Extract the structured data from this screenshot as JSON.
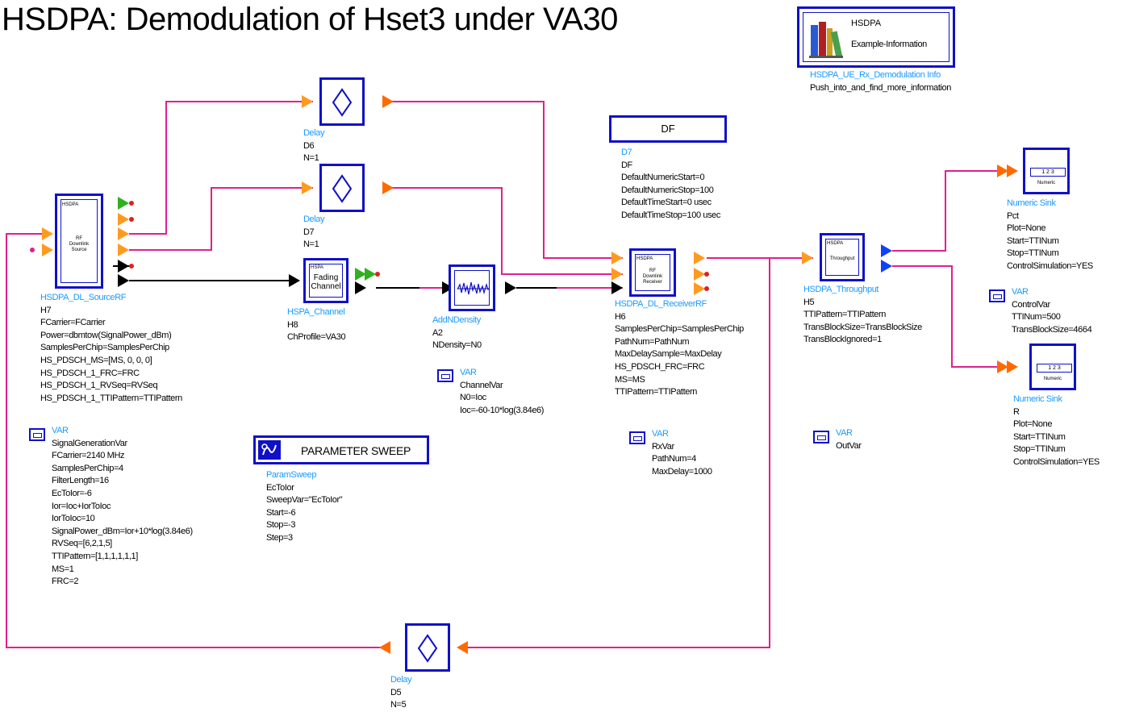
{
  "title": "HSDPA: Demodulation of Hset3 under VA30",
  "info_box": {
    "line1": "HSDPA",
    "line2": "Example-Information",
    "caption": [
      "HSDPA_UE_Rx_Demodulation Info",
      "Push_into_and_find_more_information"
    ]
  },
  "df_box": {
    "label": "DF",
    "caption": [
      "D7",
      "DF",
      "DefaultNumericStart=0",
      "DefaultNumericStop=100",
      "DefaultTimeStart=0 usec",
      "DefaultTimeStop=100 usec"
    ]
  },
  "delay_top": {
    "name": "Delay",
    "lines": [
      "D6",
      "N=1"
    ]
  },
  "delay_mid": {
    "name": "Delay",
    "lines": [
      "D7",
      "N=1"
    ]
  },
  "delay_bottom": {
    "name": "Delay",
    "lines": [
      "D5",
      "N=5"
    ]
  },
  "source": {
    "icon_top": "HSDPA",
    "icon_lines": [
      "RF",
      "Downlink",
      "Source"
    ],
    "name": "HSDPA_DL_SourceRF",
    "lines": [
      "H7",
      "FCarrier=FCarrier",
      "Power=dbmtow(SignalPower_dBm)",
      "SamplesPerChip=SamplesPerChip",
      "HS_PDSCH_MS=[MS, 0, 0, 0]",
      "HS_PDSCH_1_FRC=FRC",
      "HS_PDSCH_1_RVSeq=RVSeq",
      "HS_PDSCH_1_TTIPattern=TTIPattern"
    ]
  },
  "channel": {
    "icon_top": "HSPA",
    "icon_lines": [
      "Fading",
      "Channel"
    ],
    "name": "HSPA_Channel",
    "lines": [
      "H8",
      "ChProfile=VA30"
    ]
  },
  "noise": {
    "name": "AddNDensity",
    "lines": [
      "A2",
      "NDensity=N0"
    ]
  },
  "receiver": {
    "icon_top": "HSDPA",
    "icon_lines": [
      "RF",
      "Downlink",
      "Receiver"
    ],
    "name": "HSDPA_DL_ReceiverRF",
    "lines": [
      "H6",
      "SamplesPerChip=SamplesPerChip",
      "PathNum=PathNum",
      "MaxDelaySample=MaxDelay",
      "HS_PDSCH_FRC=FRC",
      "MS=MS",
      "TTIPattern=TTIPattern"
    ]
  },
  "throughput": {
    "icon_top": "HSDPA",
    "icon_mid": "Throughput",
    "name": "HSDPA_Throughput",
    "lines": [
      "H5",
      "TTIPattern=TTIPattern",
      "TransBlockSize=TransBlockSize",
      "TransBlockIgnored=1"
    ]
  },
  "sink_top": {
    "icon_disp": "1 2 3",
    "icon_label": "Numeric",
    "name": "Numeric Sink",
    "lines": [
      "Pct",
      "Plot=None",
      "Start=TTINum",
      "Stop=TTINum",
      "ControlSimulation=YES"
    ]
  },
  "sink_bottom": {
    "icon_disp": "1 2 3",
    "icon_label": "Numeric",
    "name": "Numeric Sink",
    "lines": [
      "R",
      "Plot=None",
      "Start=TTINum",
      "Stop=TTINum",
      "ControlSimulation=YES"
    ]
  },
  "var_signal": {
    "name": "VAR",
    "lines": [
      "SignalGenerationVar",
      "FCarrier=2140 MHz",
      "SamplesPerChip=4",
      "FilterLength=16",
      "EcToIor=-6",
      "Ior=Ioc+IorToIoc",
      "IorToIoc=10",
      "SignalPower_dBm=Ior+10*log(3.84e6)",
      "RVSeq=[6,2,1,5]",
      "TTIPattern=[1,1,1,1,1,1]",
      "MS=1",
      "FRC=2"
    ]
  },
  "var_channel": {
    "name": "VAR",
    "lines": [
      "ChannelVar",
      "N0=Ioc",
      "Ioc=-60-10*log(3.84e6)"
    ]
  },
  "var_rx": {
    "name": "VAR",
    "lines": [
      "RxVar",
      "PathNum=4",
      "MaxDelay=1000"
    ]
  },
  "var_out": {
    "name": "VAR",
    "lines": [
      "OutVar"
    ]
  },
  "var_control": {
    "name": "VAR",
    "lines": [
      "ControlVar",
      "TTINum=500",
      "TransBlockSize=4664"
    ]
  },
  "param_sweep": {
    "label": "PARAMETER SWEEP",
    "name": "ParamSweep",
    "lines": [
      "EcToIor",
      "SweepVar=\"EcToIor\"",
      "Start=-6",
      "Stop=-3",
      "Step=3"
    ]
  },
  "colors": {
    "wire": "#e0208c",
    "block": "#1010c8",
    "caption_name": "#1a9aff",
    "port_orange": "#ff7a00",
    "port_green": "#30b020",
    "port_blue": "#1040ff"
  }
}
